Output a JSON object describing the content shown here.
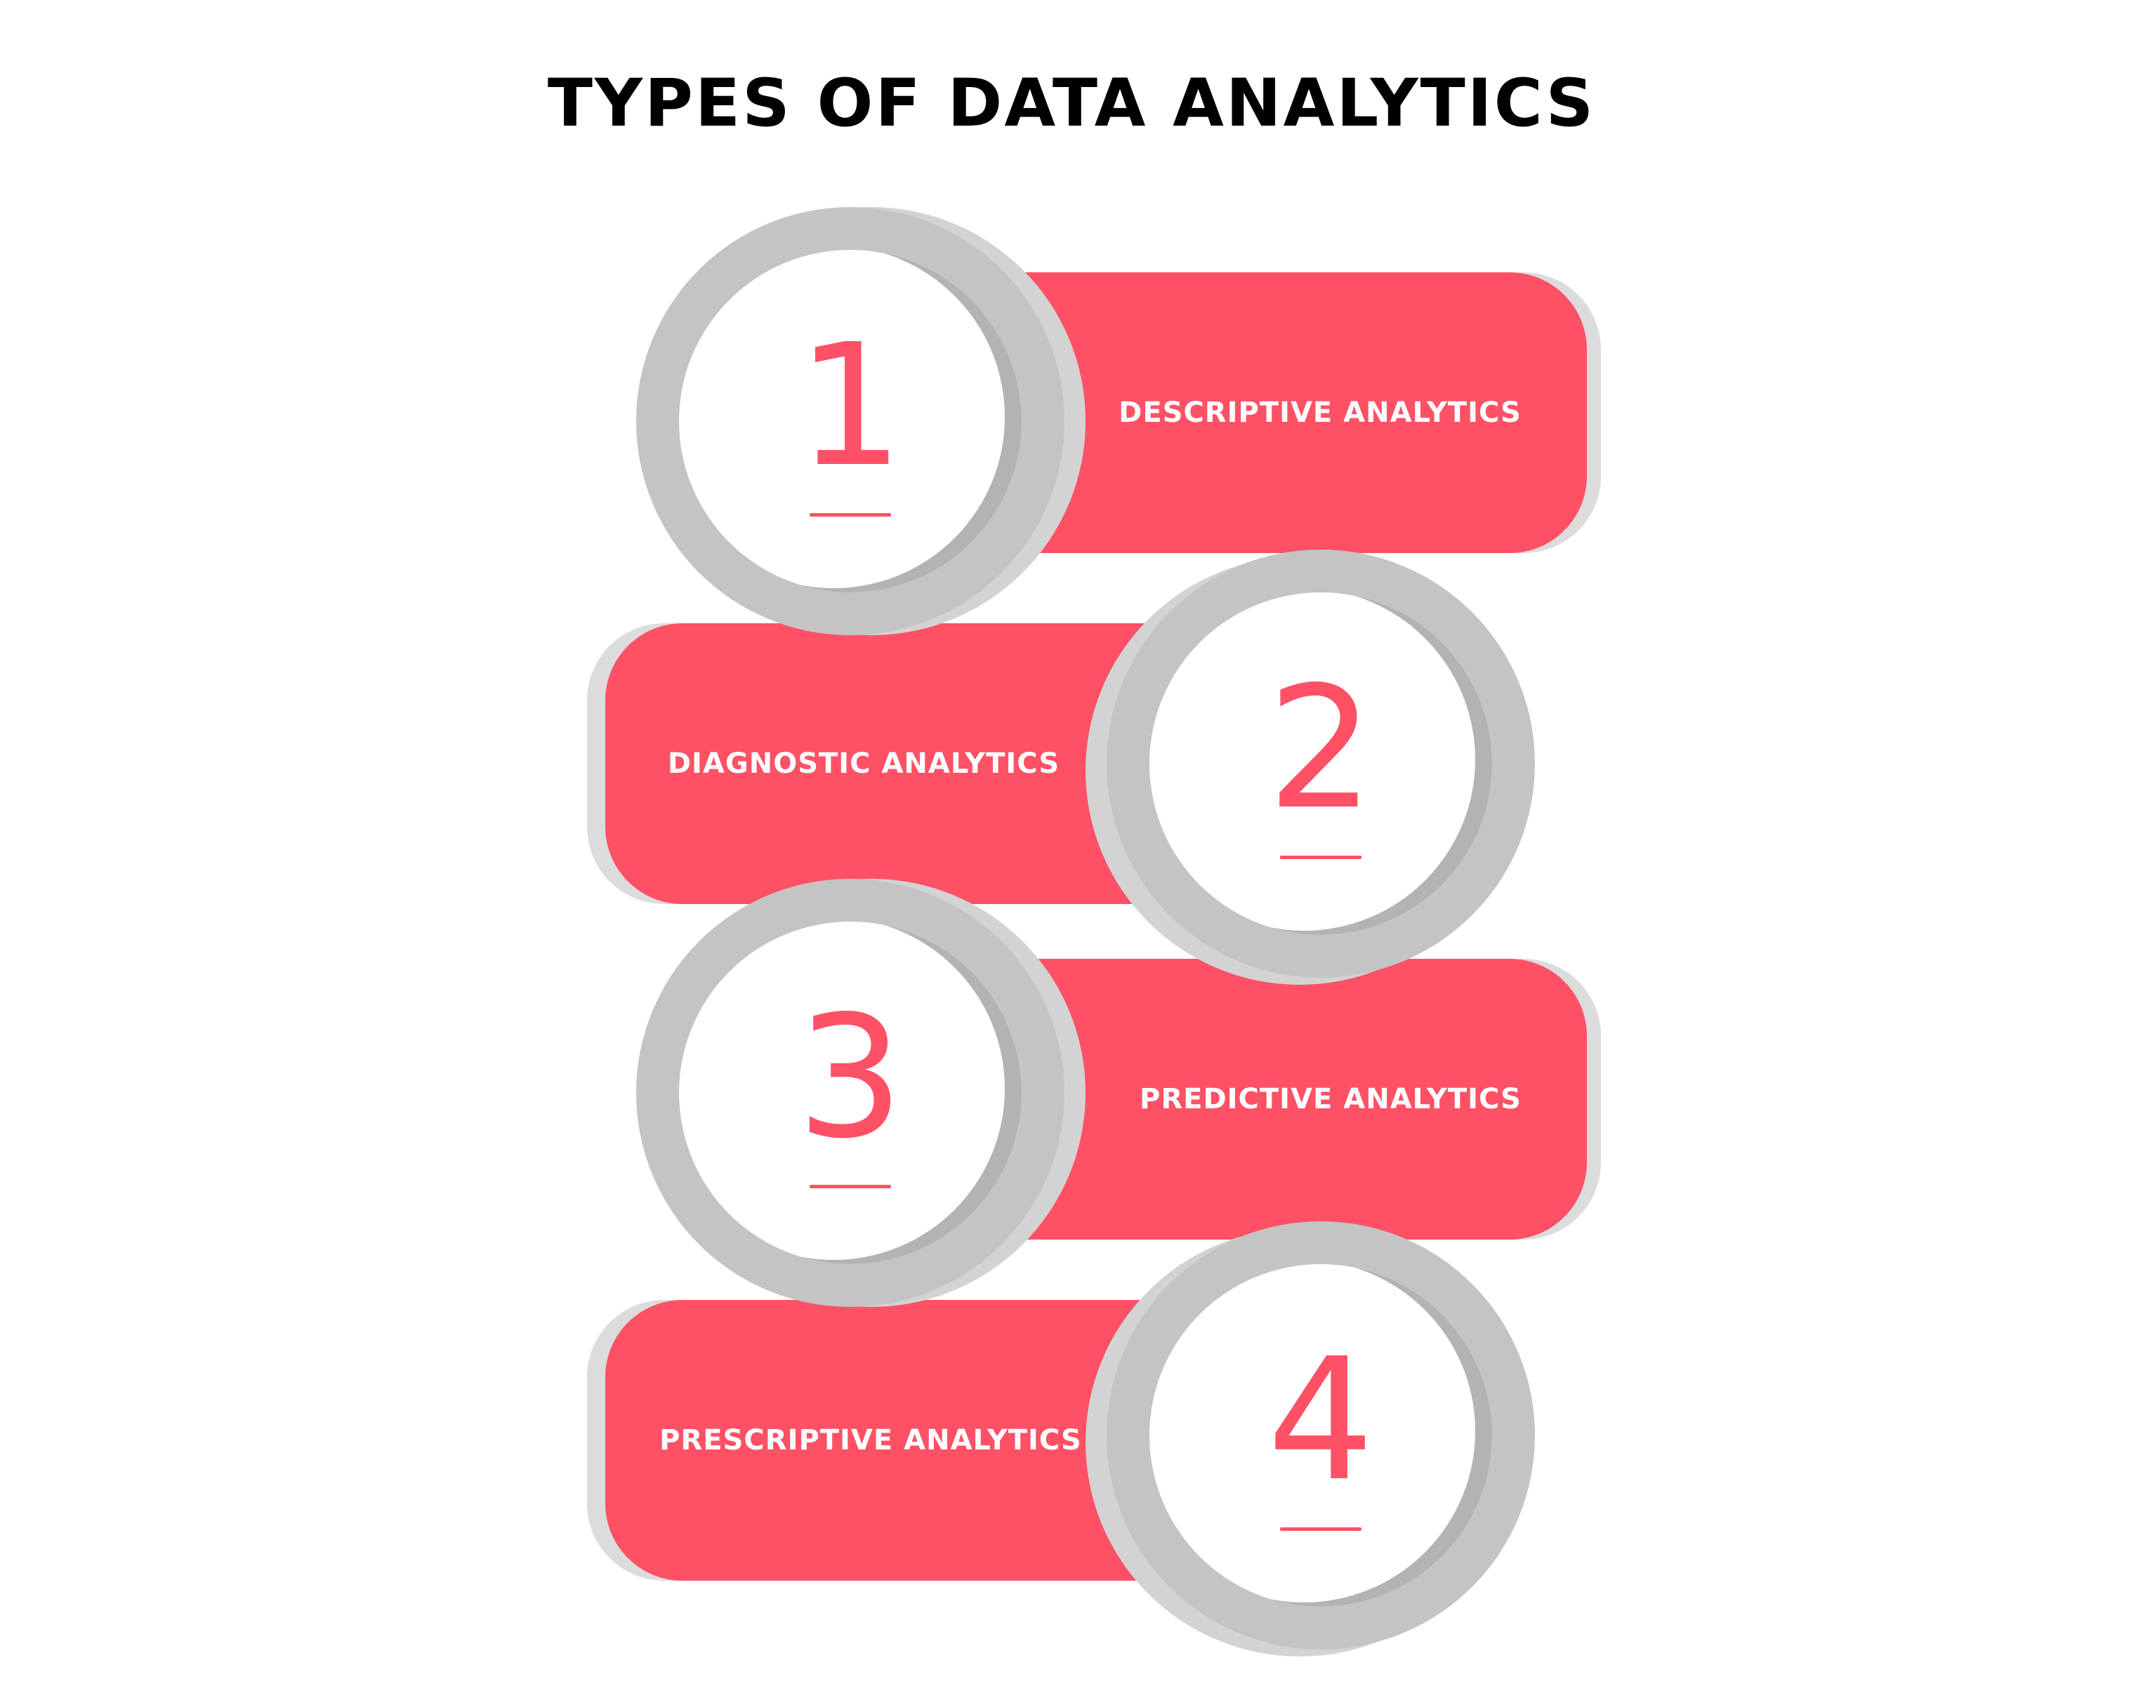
{
  "title": "TYPES OF DATA ANALYTICS",
  "colors": {
    "accent": "#ff5166",
    "ring": "#c4c4c4",
    "shadow": "#d3d3d3",
    "title": "#000000",
    "label_text": "#ffffff"
  },
  "steps": [
    {
      "number": "1",
      "label": "DESCRIPTIVE ANALYTICS"
    },
    {
      "number": "2",
      "label": "DIAGNOSTIC ANALYTICS"
    },
    {
      "number": "3",
      "label": "PREDICTIVE ANALYTICS"
    },
    {
      "number": "4",
      "label": "PRESCRIPTIVE ANALYTICS"
    }
  ]
}
